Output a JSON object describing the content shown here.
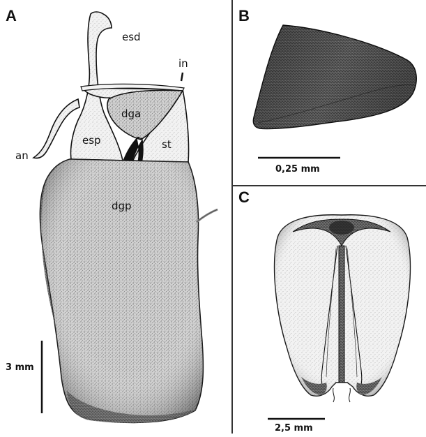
{
  "panels": {
    "a": {
      "letter": "A",
      "labels": {
        "esd": "esd",
        "in": "in",
        "dga": "dga",
        "an": "an",
        "esp": "esp",
        "st": "st",
        "dgp": "dgp"
      },
      "scale": "3 mm"
    },
    "b": {
      "letter": "B",
      "scale": "0,25 mm"
    },
    "c": {
      "letter": "C",
      "scale": "2,5 mm"
    }
  },
  "colors": {
    "ink": "#111111",
    "divider": "#333333",
    "light_stipple": "#e9e9e9",
    "medium_stipple": "#bdbdbd",
    "dark_stipple": "#5a5a5a"
  }
}
